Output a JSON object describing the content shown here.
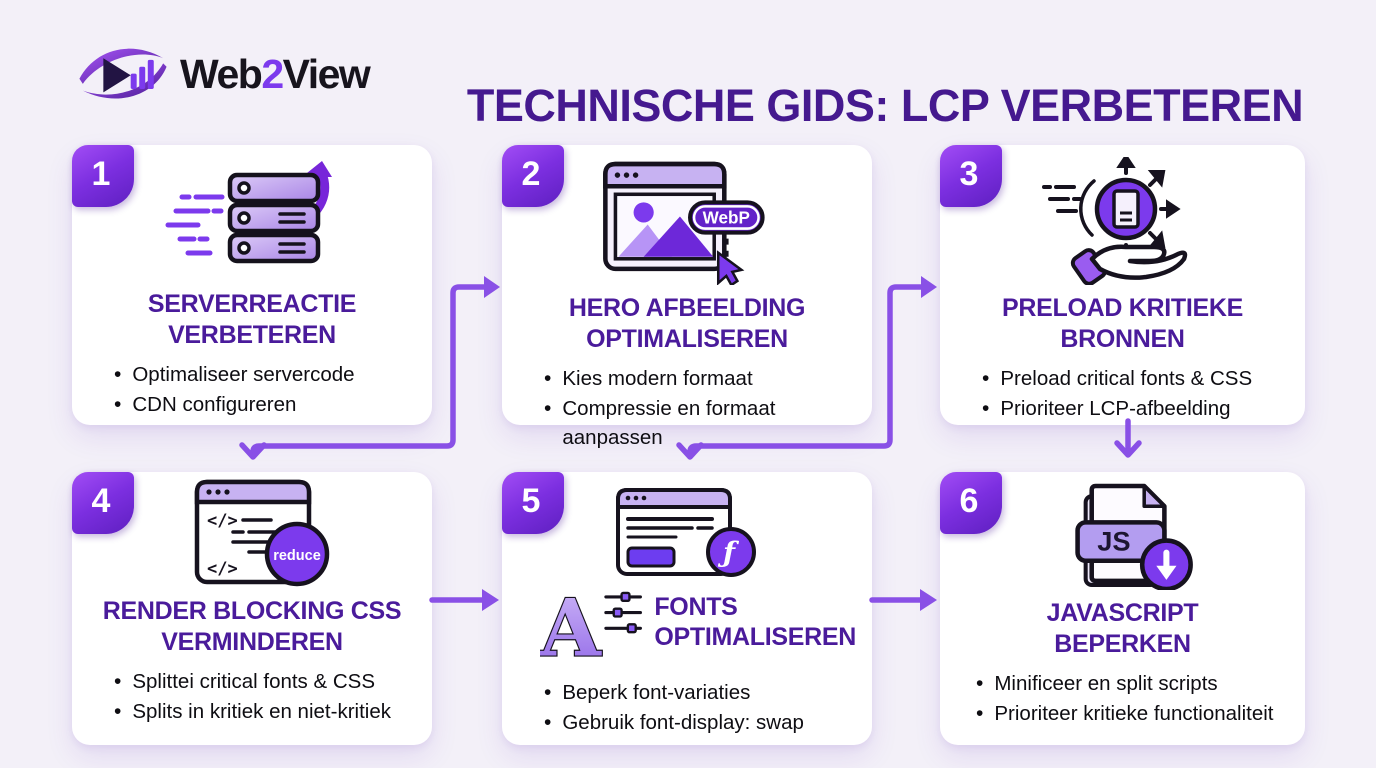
{
  "header": {
    "logo": {
      "word1": "Web",
      "word2": "2",
      "word3": "View",
      "icon": "web2view-eye-logo-icon"
    },
    "title": "TECHNISCHE GIDS: LCP VERBETEREN"
  },
  "cards": [
    {
      "number": "1",
      "icon": "speed-server-icon",
      "title": "SERVERREACTIE\nVERBETEREN",
      "bullets": [
        "Optimaliseer servercode",
        "CDN configureren"
      ]
    },
    {
      "number": "2",
      "icon": "hero-image-webp-icon",
      "icon_label": "WebP",
      "title": "HERO AFBEELDING\nOPTIMALISEREN",
      "bullets": [
        "Kies modern formaat",
        "Compressie en formaat aanpassen"
      ]
    },
    {
      "number": "3",
      "icon": "preload-hand-resources-icon",
      "title": "PRELOAD KRITIEKE\nBRONNEN",
      "bullets": [
        "Preload critical fonts & CSS",
        "Prioriteer LCP-afbeelding"
      ]
    },
    {
      "number": "4",
      "icon": "code-reduce-icon",
      "icon_label": "reduce",
      "title": "RENDER BLOCKING CSS\nVERMINDEREN",
      "bullets": [
        "Splittei critical fonts & CSS",
        "Splits in kritiek en niet-kritiek"
      ]
    },
    {
      "number": "5",
      "icon": "font-settings-icon",
      "icon_label": "ƒ",
      "letter_glyph": "A",
      "title": "FONTS\nOPTIMALISEREN",
      "bullets": [
        "Beperk font-variaties",
        "Gebruik font-display: swap"
      ]
    },
    {
      "number": "6",
      "icon": "js-file-download-icon",
      "icon_label": "JS",
      "title": "JAVASCRIPT\nBEPERKEN",
      "bullets": [
        "Minificeer en split scripts",
        "Prioriteer kritieke functionaliteit"
      ]
    }
  ],
  "colors": {
    "background": "#f3f0f8",
    "card": "#ffffff",
    "title_purple": "#45198f",
    "card_title_purple": "#4a1b9b",
    "badge_gradient_start": "#a24df5",
    "badge_gradient_end": "#5e1fc0",
    "arrow_purple": "#8950e6",
    "icon_purple": "#7c3aed",
    "icon_light_purple": "#c7b2f2",
    "text_black": "#0e0d12"
  }
}
